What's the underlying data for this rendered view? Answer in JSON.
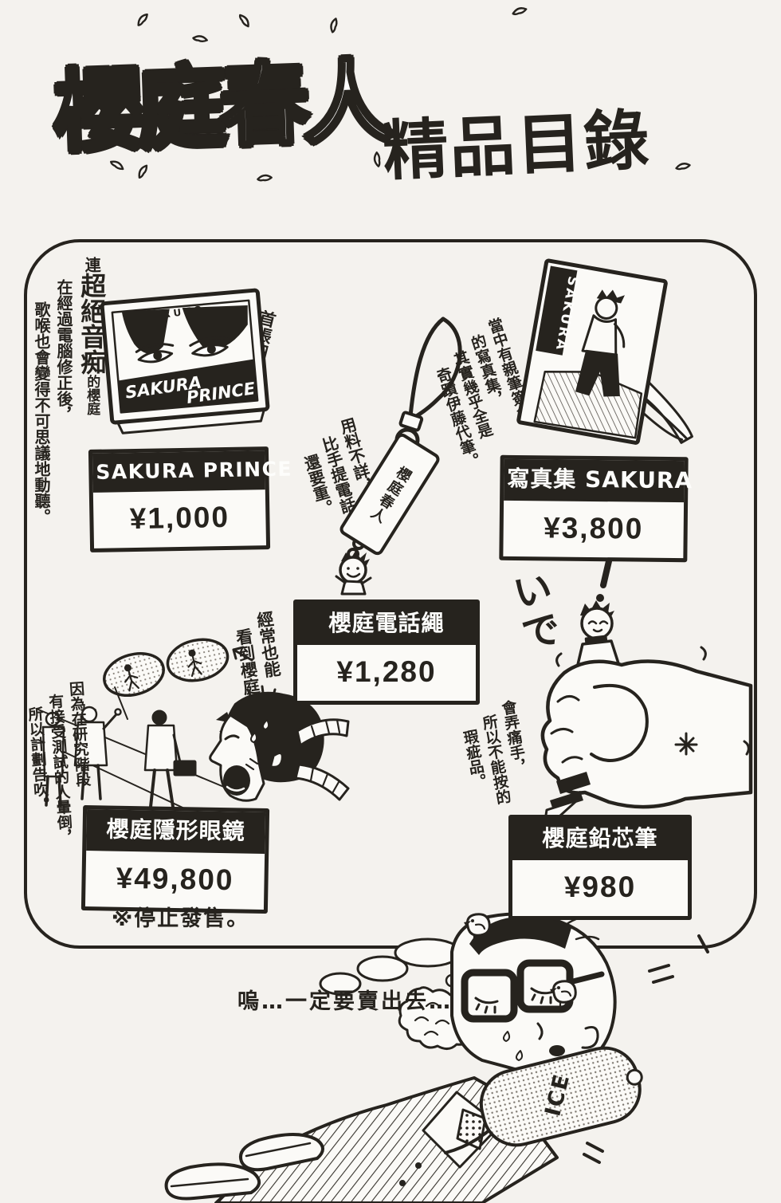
{
  "title": {
    "main": "櫻庭春人",
    "sub": "精品目錄"
  },
  "colors": {
    "ink": "#26231e",
    "paper": "#f4f2ee",
    "label_head_bg": "#26231e",
    "label_head_text": "#fdfdfb"
  },
  "icons": {
    "petal": "sakura-petal outline shape",
    "chick": "small baby chick",
    "arrow": "left-pointing hand-drawn arrow",
    "exclamation": "surprise exclamation mark"
  },
  "products": {
    "cd": {
      "name": "SAKURA PRINCE",
      "price": "¥1,000",
      "cover_top_text": "HARUTO",
      "cover_line1": "SAKURA",
      "cover_line2": "PRINCE",
      "release_caption": "首張細碟",
      "note_col1_pre": "連",
      "note_col1_big": "超絕音痴",
      "note_col1_post": "的櫻庭",
      "note_col2": "在經過電腦修正後，",
      "note_col3": "歌喉也會變得不可思議地動聽。"
    },
    "photobook": {
      "name": "寫真集 SAKURA",
      "price": "¥3,800",
      "spine_text": "SAKURA",
      "note_cols": [
        "當中有親筆簽名",
        "的寫真集，",
        "其實幾乎全是",
        "奇蹟伊藤代筆。"
      ]
    },
    "strap": {
      "name": "櫻庭電話繩",
      "price": "¥1,280",
      "tag_text": "櫻庭春人",
      "note_cols": [
        "用料不詳，",
        "比手提電話",
        "還要重。"
      ]
    },
    "lens": {
      "name": "櫻庭隱形眼鏡",
      "price": "¥49,800",
      "note_right_cols": [
        "經常也能",
        "看到櫻庭！"
      ],
      "note_left_cols": [
        "因為在研究階段",
        "有接受測試的人暈倒，",
        "所以計劃告吹。"
      ],
      "discontinued_note": "※停止發售。"
    },
    "pencil": {
      "name": "櫻庭鉛芯筆",
      "price": "¥980",
      "sfx": "いで",
      "note_cols": [
        "會弄痛手，",
        "所以不能按的",
        "瑕疵品。"
      ]
    }
  },
  "bottom_scene": {
    "speech": "嗚…一定要賣出去…",
    "ice_pack_label": "ICE"
  }
}
